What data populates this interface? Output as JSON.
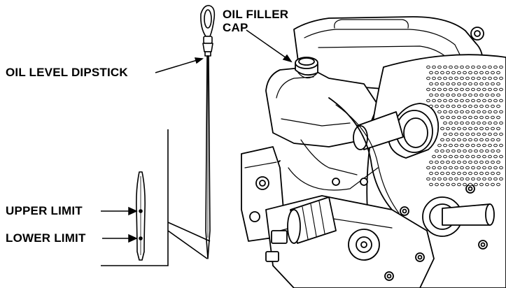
{
  "labels": {
    "oil_filler_cap_line1": "OIL FILLER",
    "oil_filler_cap_line2": "CAP",
    "oil_level_dipstick": "OIL LEVEL DIPSTICK",
    "upper_limit": "UPPER LIMIT",
    "lower_limit": "LOWER LIMIT"
  },
  "colors": {
    "line": "#000000",
    "background": "#ffffff"
  }
}
